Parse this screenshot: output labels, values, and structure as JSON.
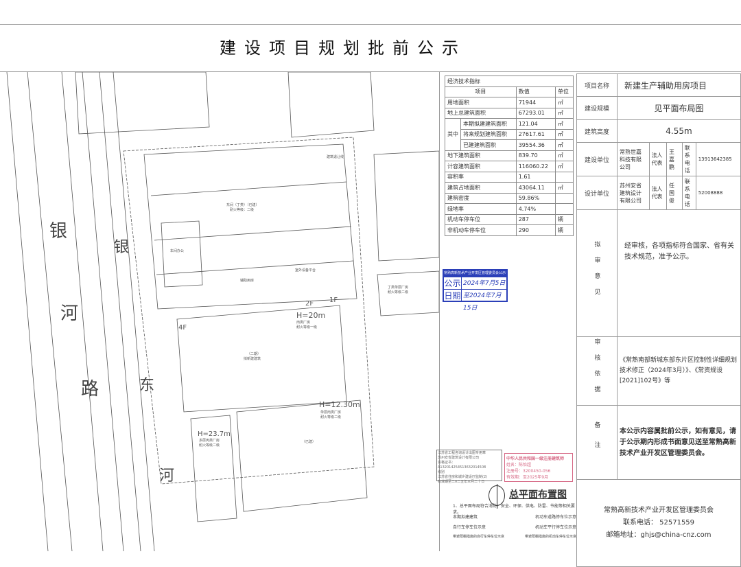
{
  "title": "建设项目规划批前公示",
  "map": {
    "road_labels": [
      "银",
      "河",
      "路",
      "银",
      "东",
      "河"
    ],
    "building_labels": [
      "东间（丁类）（已建）",
      "耐火等级：二级",
      "H=20m",
      "丙类厂房",
      "耐火等级一级",
      "（二期）",
      "拟新建建筑",
      "H=12.30m",
      "单层丙类厂房",
      "耐火等级二级",
      "（已建）",
      "H=23.7m",
      "多层丙类厂房",
      "耐火等级二级",
      "车间办公",
      "辅助用房",
      "室外设备平台",
      "丁类单层厂房",
      "耐火等级二级",
      "建筑退让线",
      "4F",
      "2F",
      "1F"
    ],
    "plan_title": "总平面布置图",
    "note": "1、总平面布局符合消防、安全、环保、供电、防雷、节能等相关要求。",
    "legend": [
      "本期拟建建筑",
      "自行车停车位示意",
      "带遮阳棚措施的自行车停车位示意",
      "机动车道路停车位示意",
      "机动车平行停车位示意",
      "带遮阳棚措施的机动车停车位示意"
    ],
    "red_stamp": {
      "title": "中华人民共和国一级注册建筑师",
      "name": "姓名：陈怡超",
      "no": "注册号：3200450-056",
      "valid": "有效期：至2025年9月"
    },
    "gray_stamp": [
      "江苏省工程咨询设计出图专用章",
      "苏州安省建筑设计有限公司",
      "资格证书：A132014254513632014508",
      "级别",
      "江苏省住房和城乡建设厅监制(2)",
      "有效期至二0二五年三月二十日"
    ]
  },
  "stamp": {
    "header": "常熟高新技术产业开发区管理委员会公示专用章",
    "k1": "公示",
    "k2": "日期",
    "v1": "2024年7月5日",
    "v2": "至2024年7月15日"
  },
  "tech_table": {
    "title": "经济技术指标",
    "headers": [
      "项目",
      "数值",
      "单位"
    ],
    "rows": [
      {
        "item": "用地面积",
        "value": "71944",
        "unit": "㎡"
      },
      {
        "item": "地上总建筑面积",
        "value": "67293.01",
        "unit": "㎡"
      },
      {
        "group": "其中",
        "item": "本期拟建建筑面积",
        "value": "121.04",
        "unit": "㎡"
      },
      {
        "item": "将来规划建筑面积",
        "value": "27617.61",
        "unit": "㎡"
      },
      {
        "item": "已建建筑面积",
        "value": "39554.36",
        "unit": "㎡"
      },
      {
        "item": "地下建筑面积",
        "value": "839.70",
        "unit": "㎡"
      },
      {
        "item": "计容建筑面积",
        "value": "116060.22",
        "unit": "㎡"
      },
      {
        "item": "容积率",
        "value": "1.61",
        "unit": ""
      },
      {
        "item": "建筑占地面积",
        "value": "43064.11",
        "unit": "㎡"
      },
      {
        "item": "建筑密度",
        "value": "59.86%",
        "unit": ""
      },
      {
        "item": "绿地率",
        "value": "4.74%",
        "unit": ""
      },
      {
        "item": "机动车停车位",
        "value": "287",
        "unit": "辆"
      },
      {
        "item": "非机动车停车位",
        "value": "290",
        "unit": "辆"
      }
    ]
  },
  "info": {
    "project_name_label": "项目名称",
    "project_name": "新建生产辅助用房项目",
    "scale_label": "建设规模",
    "scale": "见平面布局图",
    "height_label": "建筑高度",
    "height": "4.55m",
    "builder_label": "建设单位",
    "builder": "常熟世嘉科技有限公司",
    "legal_label": "法人代表",
    "builder_legal": "王嘉鹏",
    "phone_label": "联系电话",
    "builder_phone": "13913642385",
    "designer_label": "设计单位",
    "designer": "苏州安省建筑设计有限公司",
    "designer_legal": "任国俊",
    "designer_phone": "52008888",
    "opinion_label": "拟审意见",
    "opinion": "经审核，各项指标符合国家、省有关技术规范，准予公示。",
    "basis_label": "审核依据",
    "basis": "《常熟南部新城东部东片区控制性详细规划技术修正（2024年3月）》、《常资规设[2021]102号》等",
    "remark_label": "备注",
    "remark": "本公示内容属批前公示，如有意见，请于公示期内形成书面意见送至常熟高新技术产业开发区管理委员会。",
    "footer_org": "常熟高新技术产业开发区管理委员会",
    "footer_phone": "联系电话：  52571559",
    "footer_email": "邮箱地址：ghjs@china-cnz.com"
  }
}
